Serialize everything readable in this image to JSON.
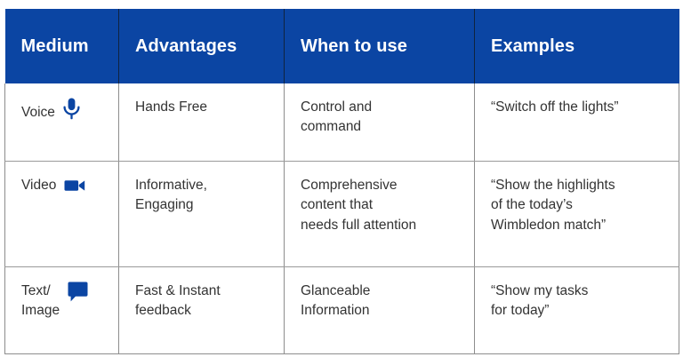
{
  "table": {
    "accent_color": "#0B45A3",
    "header_text_color": "#FFFFFF",
    "body_text_color": "#333333",
    "border_color": "#8D8D8D",
    "columns": [
      {
        "label": "Medium"
      },
      {
        "label": "Advantages"
      },
      {
        "label": "When to use"
      },
      {
        "label": "Examples"
      }
    ],
    "rows": [
      {
        "medium": "Voice",
        "icon": "microphone-icon",
        "advantages": "Hands Free",
        "when_to_use": "Control and\ncommand",
        "examples": "“Switch off the lights”"
      },
      {
        "medium": "Video",
        "icon": "video-camera-icon",
        "advantages": "Informative,\nEngaging",
        "when_to_use": "Comprehensive\ncontent that\nneeds full attention",
        "examples": "“Show the highlights\nof the today’s\nWimbledon match”"
      },
      {
        "medium": "Text/\nImage",
        "icon": "speech-bubble-icon",
        "advantages": "Fast & Instant\nfeedback",
        "when_to_use": "Glanceable\nInformation",
        "examples": "“Show my tasks\nfor today”"
      }
    ]
  }
}
